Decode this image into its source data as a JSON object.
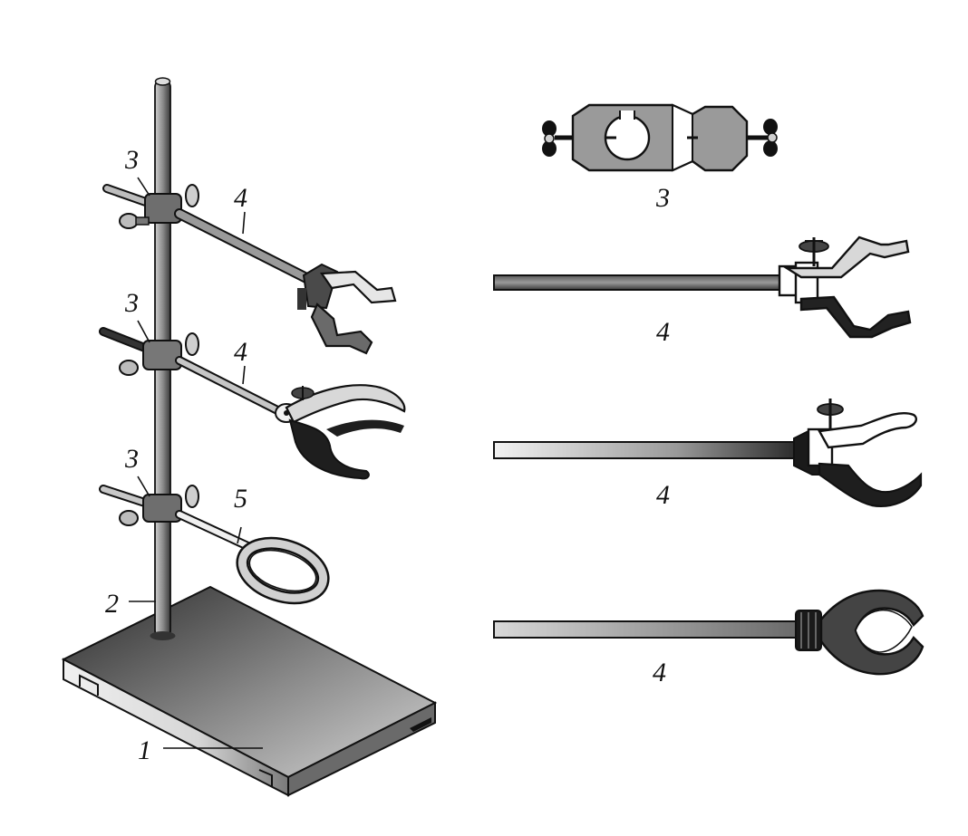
{
  "labels": {
    "base": "1",
    "rod": "2",
    "boss_top": "3",
    "boss_middle": "3",
    "boss_bottom": "3",
    "clamp_top": "4",
    "clamp_middle": "4",
    "ring": "5",
    "detail_boss": "3",
    "detail_clamp_1": "4",
    "detail_clamp_2": "4",
    "detail_clamp_3": "4"
  }
}
